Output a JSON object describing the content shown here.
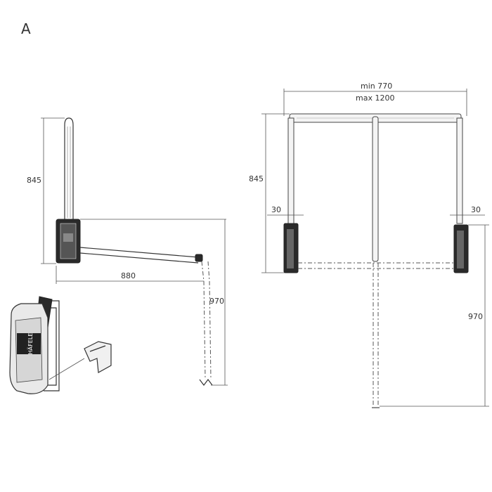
{
  "figure_label": "A",
  "side_view": {
    "height_label": "845",
    "reach_label": "880",
    "drop_label": "970"
  },
  "front_view": {
    "width_min_label": "min 770",
    "width_max_label": "max 1200",
    "height_label": "845",
    "left_offset_label": "30",
    "right_offset_label": "30",
    "drop_label": "970"
  },
  "detail_view": {
    "brand_text": "HÄFELE"
  }
}
